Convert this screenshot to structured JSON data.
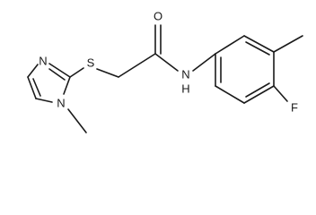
{
  "structure": {
    "atom_labels": {
      "n_imine": "N",
      "n_methyl": "N",
      "sulfur": "S",
      "oxygen": "O",
      "nh": "N",
      "nh_h": "H",
      "fluorine": "F"
    }
  }
}
